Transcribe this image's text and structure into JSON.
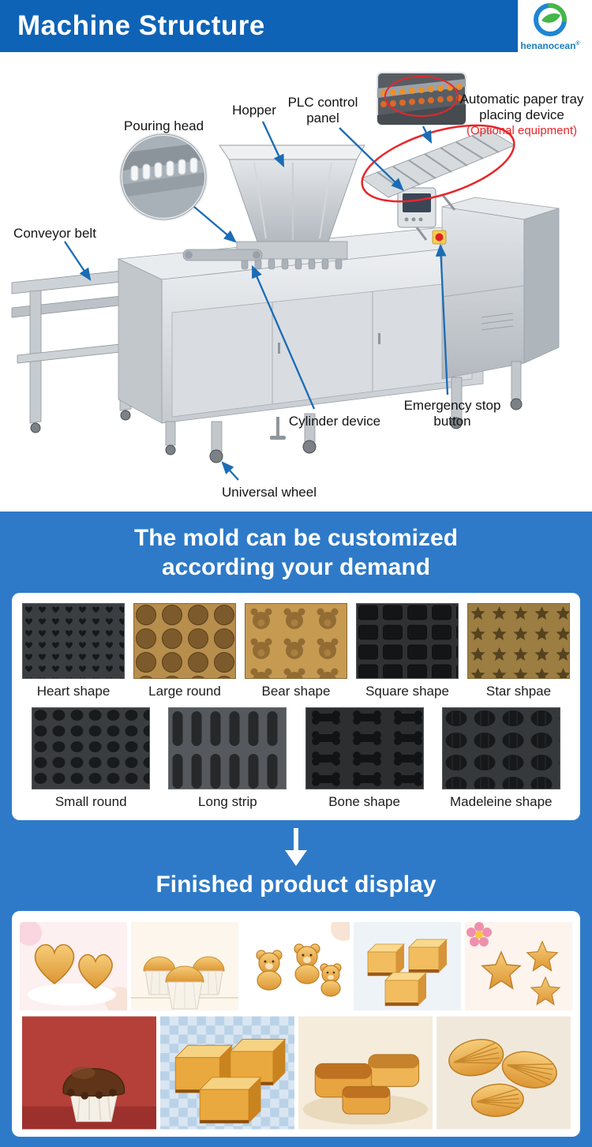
{
  "header": {
    "title": "Machine Structure",
    "logo_text": "henanocean",
    "logo_reg": "®"
  },
  "colors": {
    "header_blue": "#0e63b6",
    "section_blue": "#2e7ac8",
    "callout_arrow_blue": "#1b6cb5",
    "optional_red": "#e8262a"
  },
  "machine": {
    "labels": {
      "pouring_head": "Pouring head",
      "hopper": "Hopper",
      "plc_panel": "PLC control panel",
      "paper_tray": "Automatic paper tray placing device",
      "paper_tray_note": "(Optional equipment)",
      "conveyor_belt": "Conveyor belt",
      "cylinder_device": "Cylinder device",
      "emergency_stop": "Emergency stop button",
      "universal_wheel": "Universal wheel"
    }
  },
  "mold_section": {
    "title_line1": "The mold can be customized",
    "title_line2": "according your demand",
    "molds": [
      "Heart shape",
      "Large round",
      "Bear shape",
      "Square shape",
      "Star shpae",
      "Small round",
      "Long strip",
      "Bone shape",
      "Madeleine shape"
    ]
  },
  "finished_section": {
    "title": "Finished product display"
  }
}
